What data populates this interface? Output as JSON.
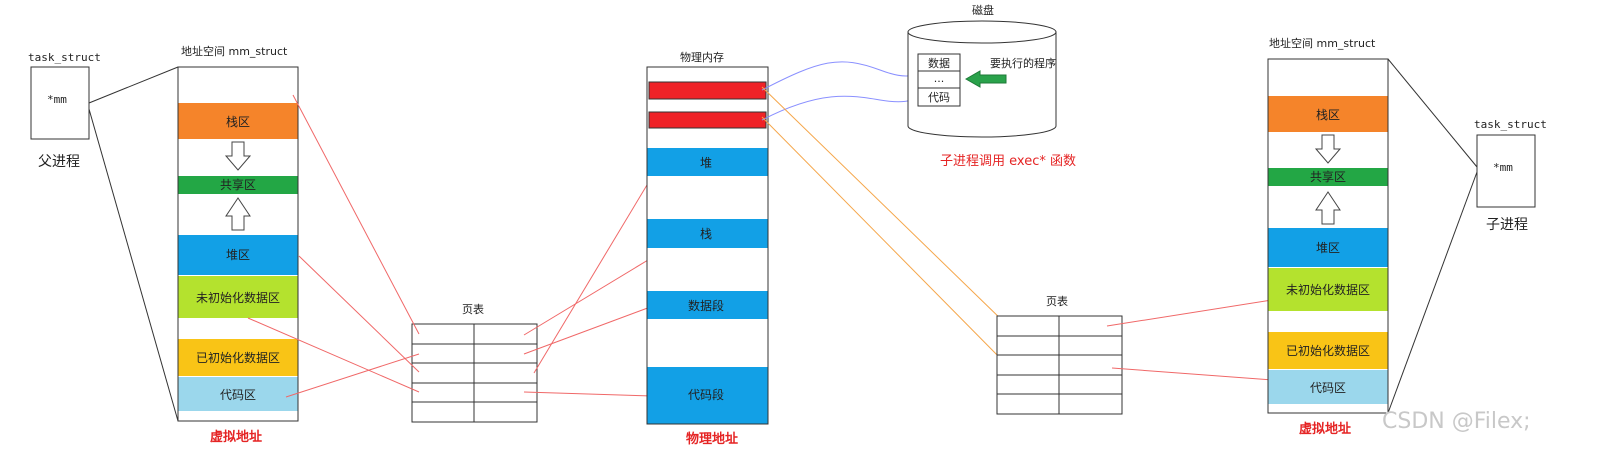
{
  "colors": {
    "stack": "#f5842a",
    "shared": "#23a745",
    "heap": "#12a0e6",
    "bss": "#b4e22e",
    "data": "#f9c416",
    "code": "#9bd7ec",
    "phys_red": "#ef2227",
    "line_red": "#f06868",
    "line_orange": "#f5a64a",
    "line_blue": "#8a90ff",
    "arrow_green": "#2aa24b",
    "caption_red": "#e52424"
  },
  "parent": {
    "task_struct_label": "task_struct",
    "mm_label": "*mm",
    "process_label": "父进程",
    "space_title": "地址空间 mm_struct",
    "segments": {
      "stack": "栈区",
      "shared": "共享区",
      "heap": "堆区",
      "bss": "未初始化数据区",
      "data": "已初始化数据区",
      "code": "代码区"
    },
    "caption": "虚拟地址"
  },
  "page_table_left": {
    "title": "页表"
  },
  "physical": {
    "title": "物理内存",
    "heap": "堆",
    "stack": "栈",
    "data": "数据段",
    "code": "代码段",
    "caption": "物理地址"
  },
  "disk": {
    "title": "磁盘",
    "rows": [
      "数据",
      "...",
      "代码"
    ],
    "program_label": "要执行的程序",
    "exec_caption": "子进程调用 exec* 函数"
  },
  "page_table_right": {
    "title": "页表"
  },
  "child": {
    "space_title": "地址空间 mm_struct",
    "task_struct_label": "task_struct",
    "mm_label": "*mm",
    "process_label": "子进程",
    "segments": {
      "stack": "栈区",
      "shared": "共享区",
      "heap": "堆区",
      "bss": "未初始化数据区",
      "data": "已初始化数据区",
      "code": "代码区"
    },
    "caption": "虚拟地址"
  },
  "watermark": "CSDN @Filex;"
}
